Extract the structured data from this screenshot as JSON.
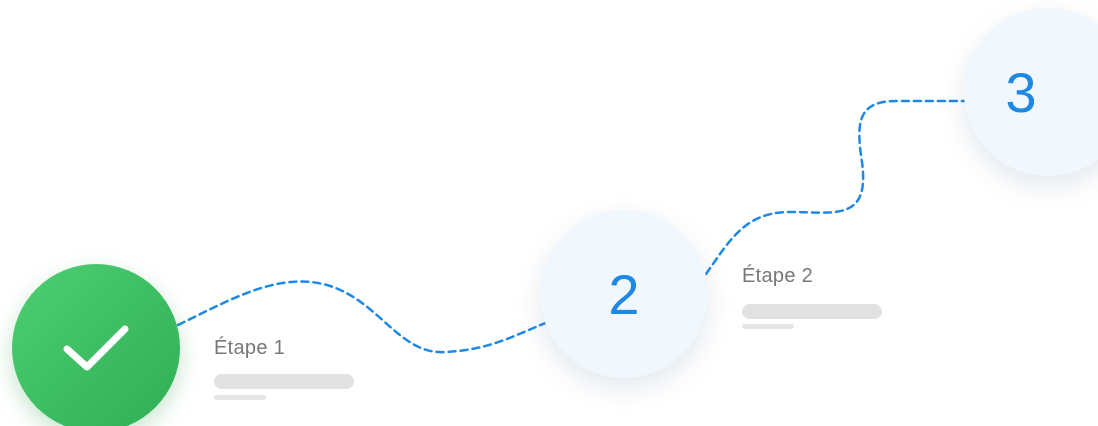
{
  "steps": [
    {
      "label": "Étape 1",
      "state": "completed",
      "icon": "checkmark-icon"
    },
    {
      "label": "Étape 2",
      "number": "2",
      "state": "pending"
    },
    {
      "label": "",
      "number": "3",
      "state": "pending"
    }
  ],
  "colors": {
    "completed_green": "#3cbf63",
    "accent_blue": "#1e88e5",
    "circle_fill": "#f0f7fd",
    "label_gray": "#777777",
    "placeholder_bar": "#e2e2e2",
    "connector": "#1e88e5"
  }
}
